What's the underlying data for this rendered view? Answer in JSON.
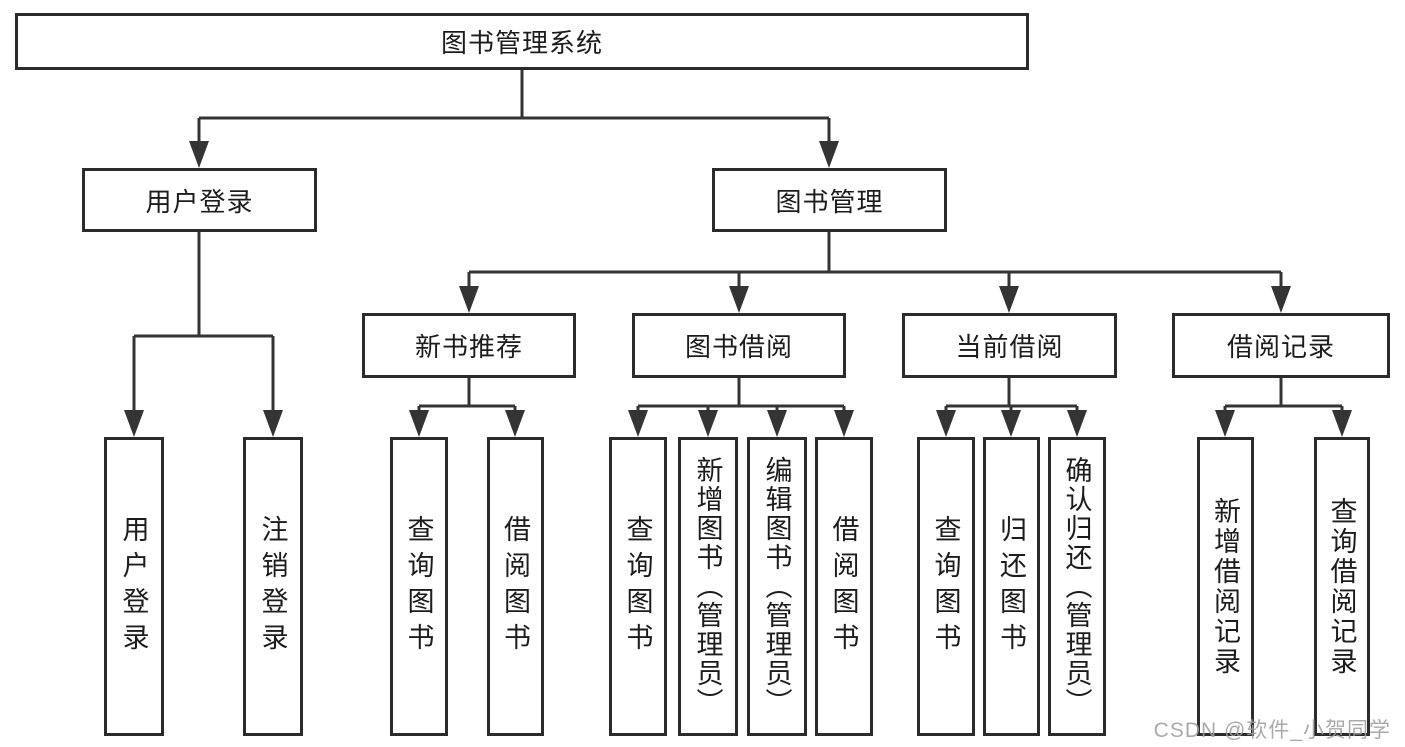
{
  "colors": {
    "background": "#ffffff",
    "line": "#343434",
    "box_border": "#2b2b2b",
    "text": "#1c1c1c",
    "watermark": "#9e9e9e"
  },
  "watermark": {
    "text": "CSDN @软件_小贺同学"
  },
  "tree": {
    "label": "图书管理系统",
    "children": [
      {
        "label": "用户登录",
        "children": [
          {
            "label": "用户登录"
          },
          {
            "label": "注销登录"
          }
        ]
      },
      {
        "label": "图书管理",
        "children": [
          {
            "label": "新书推荐",
            "children": [
              {
                "label": "查询图书"
              },
              {
                "label": "借阅图书"
              }
            ]
          },
          {
            "label": "图书借阅",
            "children": [
              {
                "label": "查询图书"
              },
              {
                "label": "新增图书（管理员）"
              },
              {
                "label": "编辑图书（管理员）"
              },
              {
                "label": "借阅图书"
              }
            ]
          },
          {
            "label": "当前借阅",
            "children": [
              {
                "label": "查询图书"
              },
              {
                "label": "归还图书"
              },
              {
                "label": "确认归还（管理员）"
              }
            ]
          },
          {
            "label": "借阅记录",
            "children": [
              {
                "label": "新增借阅记录"
              },
              {
                "label": "查询借阅记录"
              }
            ]
          }
        ]
      }
    ]
  }
}
